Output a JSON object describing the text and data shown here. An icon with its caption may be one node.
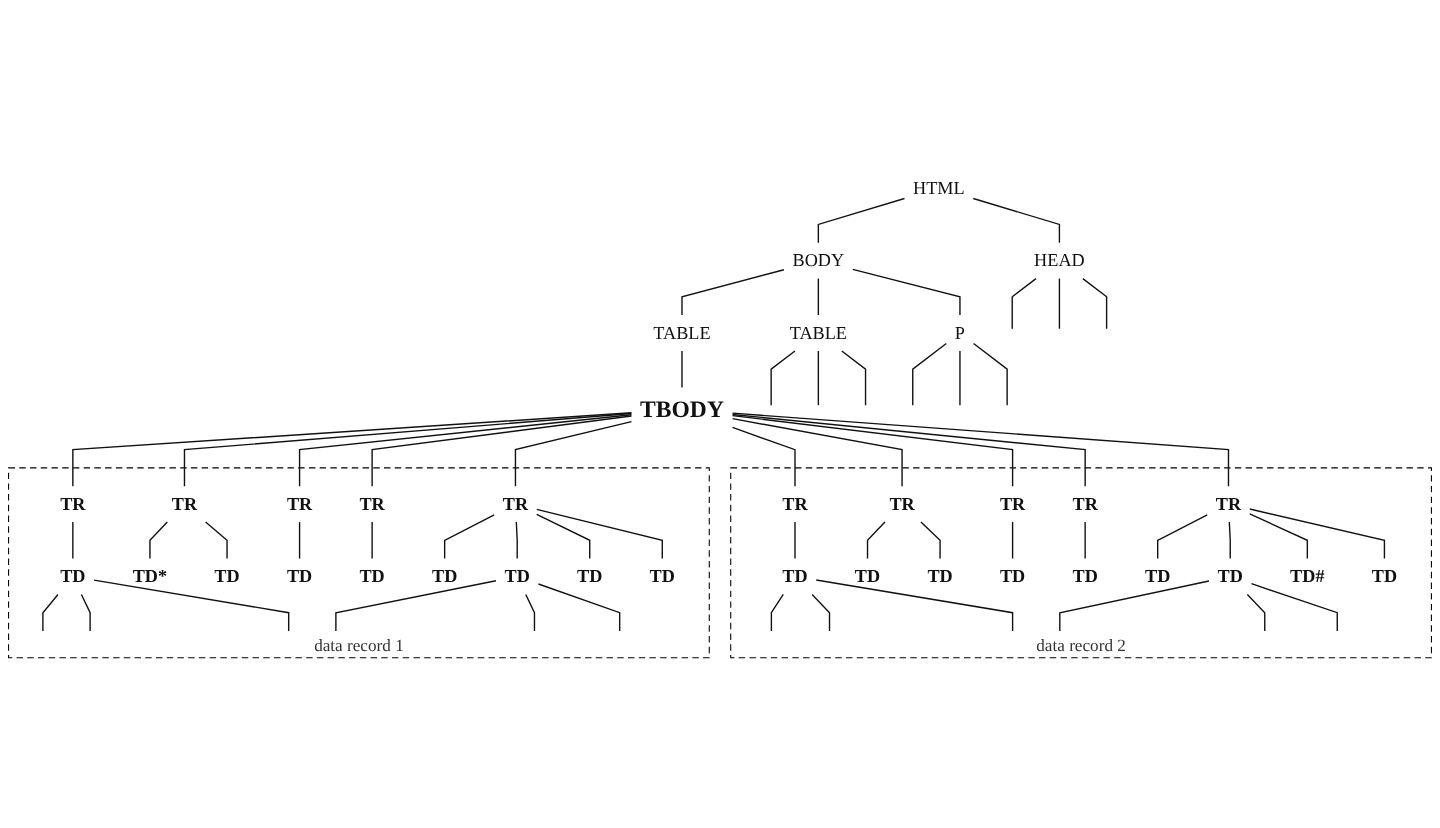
{
  "diagram": {
    "nodes": [
      {
        "text": [
          "HTML"
        ]
      },
      {
        "text": [
          "BODY"
        ]
      },
      {
        "text": [
          "HEAD"
        ]
      },
      {
        "text": [
          "TABLE"
        ]
      },
      {
        "text": [
          "TABLE"
        ]
      },
      {
        "text": [
          "P"
        ]
      },
      {
        "text": [
          "TBODY"
        ]
      },
      {
        "text": [
          "data record 1"
        ]
      },
      {
        "text": [
          "TR"
        ],
        "in": 7
      },
      {
        "text": [
          "TR"
        ],
        "in": 7
      },
      {
        "text": [
          "TR"
        ],
        "in": 7
      },
      {
        "text": [
          "TR"
        ],
        "in": 7
      },
      {
        "text": [
          "TR"
        ],
        "in": 7
      },
      {
        "text": [
          "TD"
        ],
        "in": 7
      },
      {
        "text": [
          "TD*"
        ],
        "in": 7
      },
      {
        "text": [
          "TD"
        ],
        "in": 7
      },
      {
        "text": [
          "TD"
        ],
        "in": 7
      },
      {
        "text": [
          "TD"
        ],
        "in": 7
      },
      {
        "text": [
          "TD"
        ],
        "in": 7
      },
      {
        "text": [
          "TD"
        ],
        "in": 7
      },
      {
        "text": [
          "TD"
        ],
        "in": 7
      },
      {
        "text": [
          "TD"
        ],
        "in": 7
      },
      {
        "text": [
          "data record 2"
        ]
      },
      {
        "text": [
          "TR"
        ],
        "in": 22
      },
      {
        "text": [
          "TR"
        ],
        "in": 22
      },
      {
        "text": [
          "TR"
        ],
        "in": 22
      },
      {
        "text": [
          "TR"
        ],
        "in": 22
      },
      {
        "text": [
          "TR"
        ],
        "in": 22
      },
      {
        "text": [
          "TD"
        ],
        "in": 22
      },
      {
        "text": [
          "TD"
        ],
        "in": 22
      },
      {
        "text": [
          "TD"
        ],
        "in": 22
      },
      {
        "text": [
          "TD"
        ],
        "in": 22
      },
      {
        "text": [
          "TD"
        ],
        "in": 22
      },
      {
        "text": [
          "TD"
        ],
        "in": 22
      },
      {
        "text": [
          "TD"
        ],
        "in": 22
      },
      {
        "text": [
          "TD#"
        ],
        "in": 22
      },
      {
        "text": [
          "TD"
        ],
        "in": 22
      }
    ],
    "edges": [
      {
        "from": 0,
        "to": 2,
        "arrow": "none"
      },
      {
        "from": 0,
        "to": 1,
        "arrow": "none"
      },
      {
        "from": 2,
        "to": null,
        "arrow": "none"
      },
      {
        "from": 2,
        "to": null,
        "arrow": "none"
      },
      {
        "from": 2,
        "to": null,
        "arrow": "none"
      },
      {
        "from": 1,
        "to": 3,
        "arrow": "none"
      },
      {
        "from": 1,
        "to": 4,
        "arrow": "none"
      },
      {
        "from": 1,
        "to": 5,
        "arrow": "none"
      },
      {
        "from": 3,
        "to": null,
        "arrow": "none"
      },
      {
        "from": 3,
        "to": null,
        "arrow": "none"
      },
      {
        "from": 3,
        "to": null,
        "arrow": "none"
      },
      {
        "from": 4,
        "to": 6,
        "arrow": "none"
      },
      {
        "from": 5,
        "to": null,
        "arrow": "none"
      },
      {
        "from": 5,
        "to": null,
        "arrow": "none"
      },
      {
        "from": 5,
        "to": null,
        "arrow": "none"
      },
      {
        "from": 6,
        "to": 8,
        "arrow": "none"
      },
      {
        "from": 6,
        "to": 9,
        "arrow": "none"
      },
      {
        "from": 6,
        "to": 10,
        "arrow": "none"
      },
      {
        "from": 6,
        "to": 11,
        "arrow": "none"
      },
      {
        "from": 6,
        "to": 12,
        "arrow": "none"
      },
      {
        "from": 6,
        "to": 23,
        "arrow": "none"
      },
      {
        "from": 6,
        "to": 24,
        "arrow": "none"
      },
      {
        "from": 6,
        "to": 25,
        "arrow": "none"
      },
      {
        "from": 6,
        "to": 26,
        "arrow": "none"
      },
      {
        "from": 6,
        "to": 27,
        "arrow": "none"
      },
      {
        "from": 8,
        "to": 13,
        "arrow": "none"
      },
      {
        "from": 10,
        "to": 14,
        "arrow": "none"
      },
      {
        "from": 10,
        "to": 15,
        "arrow": "none"
      },
      {
        "from": 11,
        "to": 16,
        "arrow": "none"
      },
      {
        "from": 12,
        "to": 17,
        "arrow": "none"
      },
      {
        "from": 13,
        "to": null,
        "arrow": "none"
      },
      {
        "from": 13,
        "to": null,
        "arrow": "none"
      },
      {
        "from": 13,
        "to": null,
        "arrow": "none"
      },
      {
        "from": 9,
        "to": 18,
        "arrow": "none"
      },
      {
        "from": 9,
        "to": 19,
        "arrow": "none"
      },
      {
        "from": 9,
        "to": 20,
        "arrow": "none"
      },
      {
        "from": 9,
        "to": 21,
        "arrow": "none"
      },
      {
        "from": 19,
        "to": null,
        "arrow": "none"
      },
      {
        "from": 19,
        "to": null,
        "arrow": "none"
      },
      {
        "from": 19,
        "to": null,
        "arrow": "none"
      },
      {
        "from": 23,
        "to": 28,
        "arrow": "none"
      },
      {
        "from": 25,
        "to": 29,
        "arrow": "none"
      },
      {
        "from": 25,
        "to": 30,
        "arrow": "none"
      },
      {
        "from": 26,
        "to": 31,
        "arrow": "none"
      },
      {
        "from": 27,
        "to": 32,
        "arrow": "none"
      },
      {
        "from": 28,
        "to": null,
        "arrow": "none"
      },
      {
        "from": 28,
        "to": null,
        "arrow": "none"
      },
      {
        "from": 28,
        "to": null,
        "arrow": "none"
      },
      {
        "from": 24,
        "to": 33,
        "arrow": "none"
      },
      {
        "from": 24,
        "to": 34,
        "arrow": "none"
      },
      {
        "from": 24,
        "to": 35,
        "arrow": "none"
      },
      {
        "from": 24,
        "to": 36,
        "arrow": "none"
      },
      {
        "from": 34,
        "to": null,
        "arrow": "none"
      },
      {
        "from": 34,
        "to": null,
        "arrow": "none"
      },
      {
        "from": 34,
        "to": null,
        "arrow": "none"
      }
    ]
  }
}
